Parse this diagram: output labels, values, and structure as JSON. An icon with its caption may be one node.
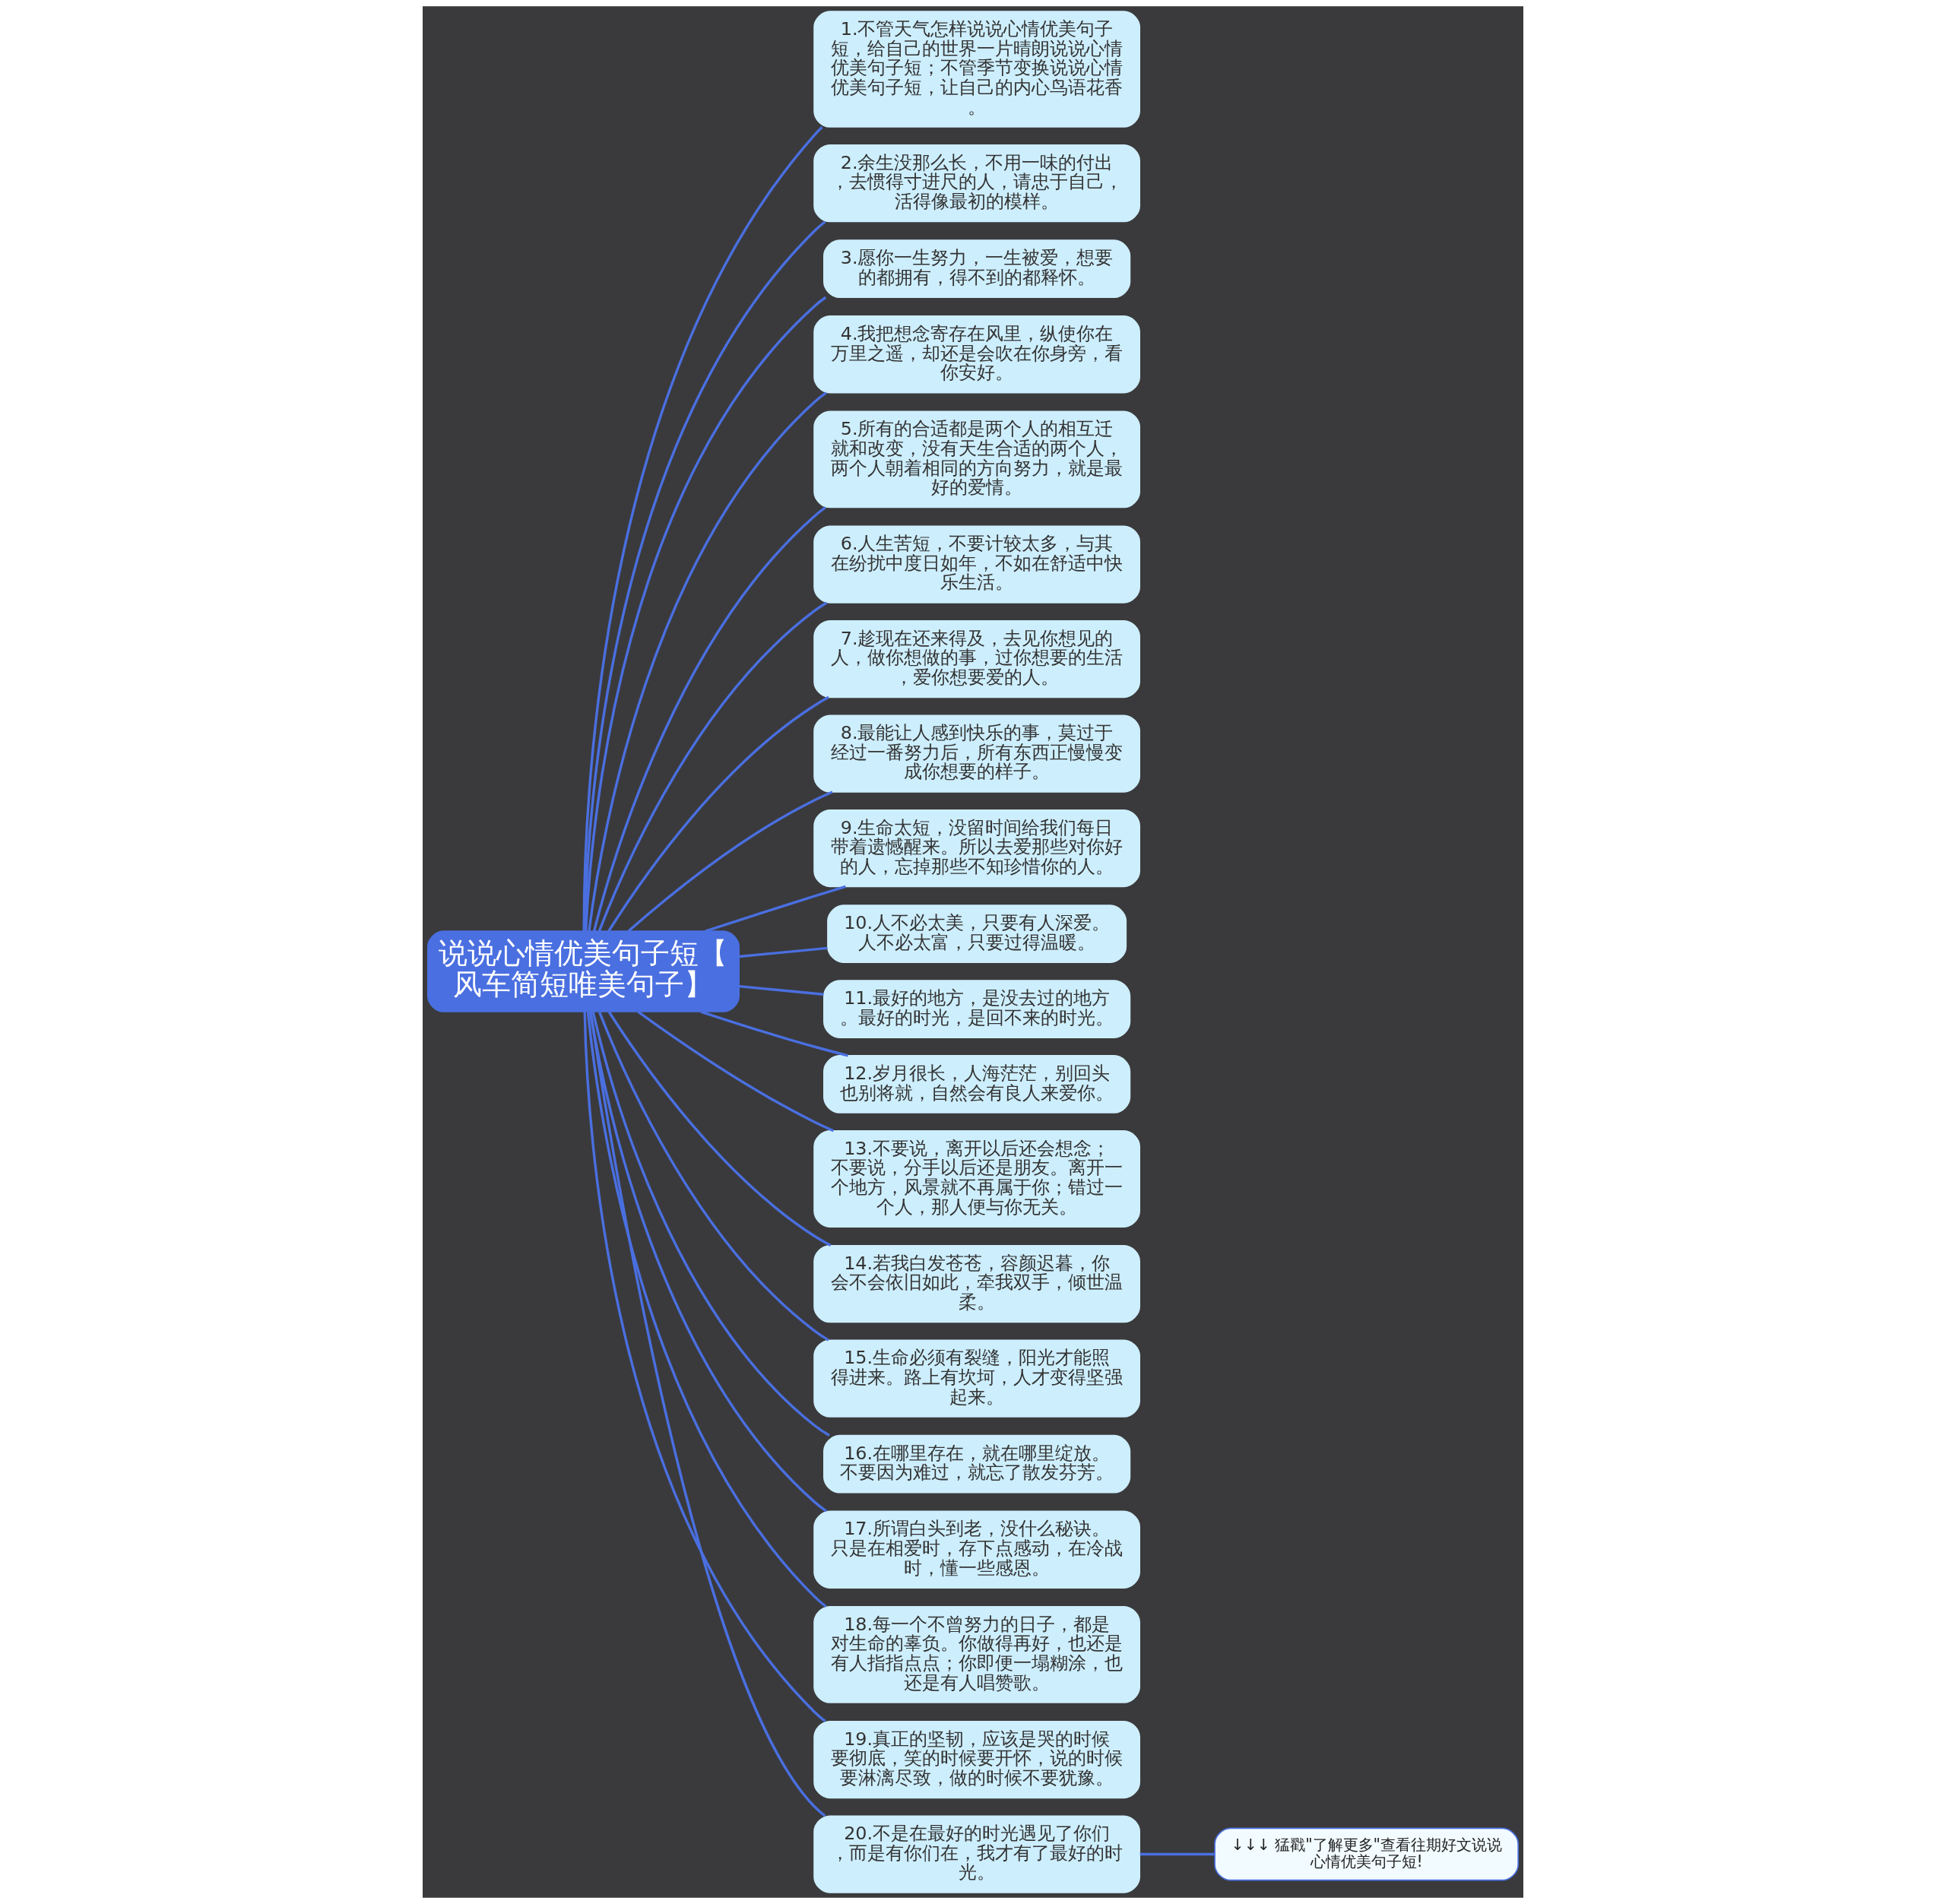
{
  "diagram": {
    "nodes": [
      {
        "text": [
          "说说心情优美句子短【风车简短唯美句子】"
        ]
      },
      {
        "text": [
          "1.不管天气怎样说说心情优美句子短，给自己的世界一片晴朗说说心情优美句子短；不管季节变换说说心情优美句子短，让自己的内心鸟语花香。"
        ]
      },
      {
        "text": [
          "2.余生没那么长，不用一味的付出，去惯得寸进尺的人，请忠于自己，活得像最初的模样。"
        ]
      },
      {
        "text": [
          "3.愿你一生努力，一生被爱，想要的都拥有，得不到的都释怀。"
        ]
      },
      {
        "text": [
          "4.我把想念寄存在风里，纵使你在万里之遥，却还是会吹在你身旁，看你安好。"
        ]
      },
      {
        "text": [
          "5.所有的合适都是两个人的相互迁就和改变，没有天生合适的两个人，两个人朝着相同的方向努力，就是最好的爱情。"
        ]
      },
      {
        "text": [
          "6.人生苦短，不要计较太多，与其在纷扰中度日如年，不如在舒适中快乐生活。"
        ]
      },
      {
        "text": [
          "7.趁现在还来得及，去见你想见的人，做你想做的事，过你想要的生活，爱你想要爱的人。"
        ]
      },
      {
        "text": [
          "8.最能让人感到快乐的事，莫过于经过一番努力后，所有东西正慢慢变成你想要的样子。"
        ]
      },
      {
        "text": [
          "9.生命太短，没留时间给我们每日带着遗憾醒来。所以去爱那些对你好的人，忘掉那些不知珍惜你的人。"
        ]
      },
      {
        "text": [
          "10.人不必太美，只要有人深爱。人不必太富，只要过得温暖。"
        ]
      },
      {
        "text": [
          "11.最好的地方，是没去过的地方。最好的时光，是回不来的时光。"
        ]
      },
      {
        "text": [
          "12.岁月很长，人海茫茫，别回头也别将就，自然会有良人来爱你。"
        ]
      },
      {
        "text": [
          "13.不要说，离开以后还会想念；不要说，分手以后还是朋友。离开一个地方，风景就不再属于你；错过一个人，那人便与你无关。"
        ]
      },
      {
        "text": [
          "14.若我白发苍苍，容颜迟暮，你会不会依旧如此，牵我双手，倾世温柔。"
        ]
      },
      {
        "text": [
          "15.生命必须有裂缝，阳光才能照得进来。路上有坎坷，人才变得坚强起来。"
        ]
      },
      {
        "text": [
          "16.在哪里存在，就在哪里绽放。不要因为难过，就忘了散发芬芳。"
        ]
      },
      {
        "text": [
          "17.所谓白头到老，没什么秘诀。只是在相爱时，存下点感动，在冷战时，懂一些感恩。"
        ]
      },
      {
        "text": [
          "18.每一个不曾努力的日子，都是对生命的辜负。你做得再好，也还是有人指指点点；你即便一塌糊涂，也还是有人唱赞歌。"
        ]
      },
      {
        "text": [
          "19.真正的坚韧，应该是哭的时候要彻底，笑的时候要开怀，说的时候要淋漓尽致，做的时候不要犹豫。"
        ]
      },
      {
        "text": [
          "20.不是在最好的时光遇见了你们，而是有你们在，我才有了最好的时光。"
        ]
      },
      {
        "text": [
          "↓↓↓ 猛戳\"了解更多\"查看往期好文说说心情优美句子短!"
        ]
      }
    ],
    "edges": [
      {
        "from": 0,
        "to": 1,
        "arrow": "none"
      },
      {
        "from": 0,
        "to": 2,
        "arrow": "none"
      },
      {
        "from": 0,
        "to": 3,
        "arrow": "none"
      },
      {
        "from": 0,
        "to": 4,
        "arrow": "none"
      },
      {
        "from": 0,
        "to": 5,
        "arrow": "none"
      },
      {
        "from": 0,
        "to": 6,
        "arrow": "none"
      },
      {
        "from": 0,
        "to": 7,
        "arrow": "none"
      },
      {
        "from": 0,
        "to": 8,
        "arrow": "none"
      },
      {
        "from": 0,
        "to": 9,
        "arrow": "none"
      },
      {
        "from": 0,
        "to": 10,
        "arrow": "none"
      },
      {
        "from": 0,
        "to": 11,
        "arrow": "none"
      },
      {
        "from": 0,
        "to": 12,
        "arrow": "none"
      },
      {
        "from": 0,
        "to": 13,
        "arrow": "none"
      },
      {
        "from": 0,
        "to": 14,
        "arrow": "none"
      },
      {
        "from": 0,
        "to": 15,
        "arrow": "none"
      },
      {
        "from": 0,
        "to": 16,
        "arrow": "none"
      },
      {
        "from": 0,
        "to": 17,
        "arrow": "none"
      },
      {
        "from": 0,
        "to": 18,
        "arrow": "none"
      },
      {
        "from": 0,
        "to": 19,
        "arrow": "none"
      },
      {
        "from": 0,
        "to": 20,
        "arrow": "none"
      },
      {
        "from": 20,
        "to": 21,
        "arrow": "none"
      }
    ]
  }
}
